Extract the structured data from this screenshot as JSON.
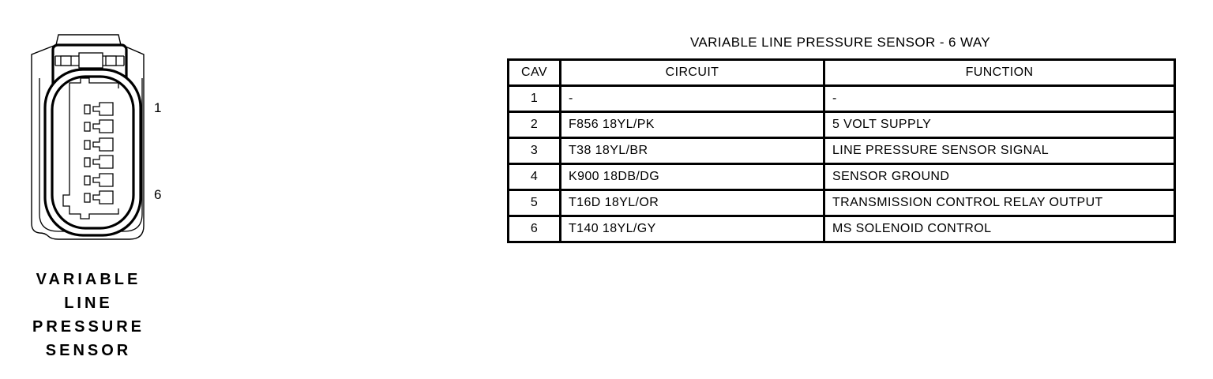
{
  "connector": {
    "pin_top_label": "1",
    "pin_bottom_label": "6",
    "caption_lines": [
      "VARIABLE",
      "LINE",
      "PRESSURE",
      "SENSOR"
    ]
  },
  "table": {
    "title": "VARIABLE LINE PRESSURE SENSOR - 6 WAY",
    "columns": [
      "CAV",
      "CIRCUIT",
      "FUNCTION"
    ],
    "rows": [
      {
        "cav": "1",
        "circuit": "-",
        "function": "-"
      },
      {
        "cav": "2",
        "circuit": "F856 18YL/PK",
        "function": "5 VOLT SUPPLY"
      },
      {
        "cav": "3",
        "circuit": "T38 18YL/BR",
        "function": "LINE PRESSURE SENSOR SIGNAL"
      },
      {
        "cav": "4",
        "circuit": "K900 18DB/DG",
        "function": "SENSOR GROUND"
      },
      {
        "cav": "5",
        "circuit": "T16D 18YL/OR",
        "function": "TRANSMISSION CONTROL RELAY OUTPUT"
      },
      {
        "cav": "6",
        "circuit": "T140 18YL/GY",
        "function": "MS SOLENOID CONTROL"
      }
    ]
  },
  "colors": {
    "ink": "#000000",
    "paper": "#ffffff"
  }
}
